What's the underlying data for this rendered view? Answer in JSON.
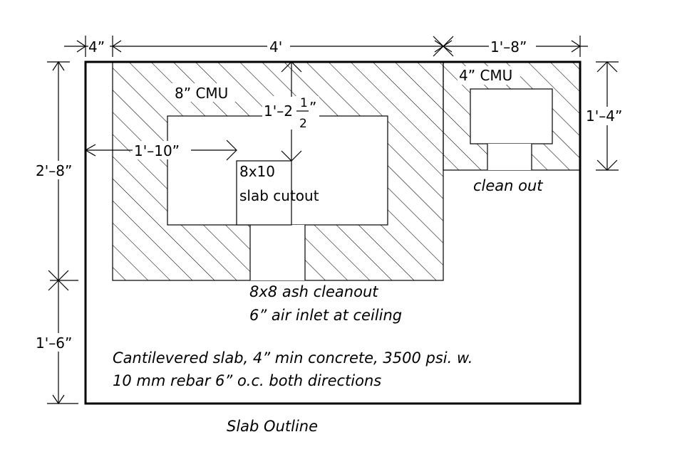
{
  "dimensions": {
    "top_left": "4”",
    "top_middle": "4'",
    "top_right": "1'–8”",
    "left_upper": "2'–8”",
    "left_lower": "1'–6”",
    "right_side": "1'–4”",
    "inner_horizontal": "1'–10”",
    "inner_vertical_whole": "1'–2",
    "inner_vertical_num": "1",
    "inner_vertical_den": "2",
    "inner_vertical_inch": "”"
  },
  "labels": {
    "cmu_8": "8” CMU",
    "cmu_4": "4” CMU",
    "slab_cutout_line1": "8x10",
    "slab_cutout_line2": "slab cutout",
    "clean_out": "clean out",
    "ash_cleanout": "8x8 ash cleanout",
    "air_inlet": "6” air inlet at ceiling",
    "note_line1": "Cantilevered slab, 4” min concrete, 3500 psi. w.",
    "note_line2": "10 mm rebar 6” o.c. both directions",
    "slab_outline": "Slab Outline"
  }
}
